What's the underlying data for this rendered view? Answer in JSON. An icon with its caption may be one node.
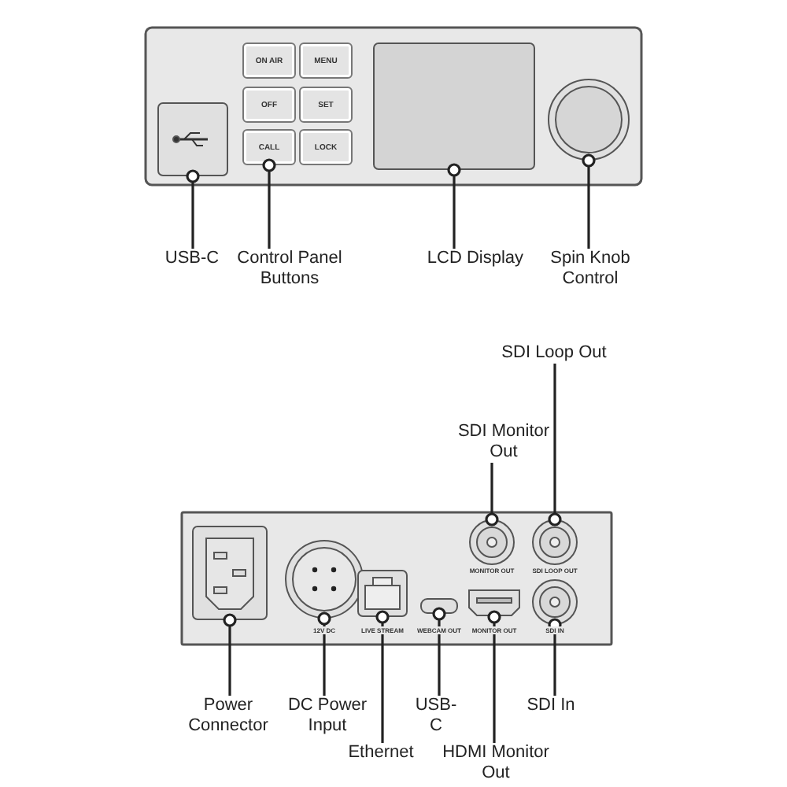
{
  "diagram": {
    "nodes": [
      {
        "text": [],
        "shape": "box"
      },
      {
        "text": [],
        "shape": "box",
        "in": 0
      },
      {
        "text": [
          "ON AIR"
        ],
        "in": 0
      },
      {
        "text": [
          "MENU"
        ],
        "in": 0
      },
      {
        "text": [
          "OFF"
        ],
        "in": 0
      },
      {
        "text": [
          "SET"
        ],
        "in": 0
      },
      {
        "text": [
          "CALL"
        ],
        "in": 0
      },
      {
        "text": [
          "LOCK"
        ],
        "in": 0
      },
      {
        "text": [],
        "shape": "box",
        "in": 0
      },
      {
        "text": [],
        "shape": "circle",
        "in": 0
      },
      {
        "text": [
          "USB-C"
        ]
      },
      {
        "text": [
          "Control Panel Buttons"
        ]
      },
      {
        "text": [
          "LCD Display"
        ]
      },
      {
        "text": [
          "Spin Knob Control"
        ]
      },
      {
        "text": [],
        "shape": "box"
      },
      {
        "text": [],
        "shape": "box",
        "in": 14
      },
      {
        "text": [],
        "shape": "circle",
        "in": 14,
        "beside": [
          "12V DC"
        ]
      },
      {
        "text": [],
        "shape": "box",
        "in": 14,
        "beside": [
          "LIVE STREAM"
        ]
      },
      {
        "text": [],
        "shape": "box",
        "in": 14,
        "beside": [
          "WEBCAM OUT"
        ]
      },
      {
        "text": [],
        "shape": "box",
        "in": 14,
        "beside": [
          "MONITOR OUT"
        ]
      },
      {
        "text": [],
        "shape": "circle",
        "in": 14,
        "beside": [
          "MONITOR OUT"
        ]
      },
      {
        "text": [],
        "shape": "circle",
        "in": 14,
        "beside": [
          "SDI LOOP OUT"
        ]
      },
      {
        "text": [],
        "shape": "circle",
        "in": 14,
        "beside": [
          "SDI IN"
        ]
      },
      {
        "text": [
          "SDI Loop Out"
        ]
      },
      {
        "text": [
          "SDI Monitor Out"
        ]
      },
      {
        "text": [
          "Power Connector"
        ]
      },
      {
        "text": [
          "DC Power Input"
        ]
      },
      {
        "text": [
          "Ethernet"
        ]
      },
      {
        "text": [
          "USB-C"
        ]
      },
      {
        "text": [
          "HDMI Monitor Out"
        ]
      },
      {
        "text": [
          "SDI In"
        ]
      }
    ],
    "edges": [
      {
        "from": 10,
        "to": 1,
        "arrow": "other"
      },
      {
        "from": 11,
        "to": 6,
        "arrow": "other"
      },
      {
        "from": 12,
        "to": 8,
        "arrow": "other"
      },
      {
        "from": 13,
        "to": 9,
        "arrow": "other"
      },
      {
        "from": 23,
        "to": 21,
        "arrow": "other"
      },
      {
        "from": 24,
        "to": 20,
        "arrow": "other"
      },
      {
        "from": 25,
        "to": 15,
        "arrow": "other"
      },
      {
        "from": 26,
        "to": 16,
        "arrow": "other"
      },
      {
        "from": 27,
        "to": 17,
        "arrow": "other"
      },
      {
        "from": 28,
        "to": 18,
        "arrow": "other"
      },
      {
        "from": 29,
        "to": 19,
        "arrow": "other"
      },
      {
        "from": 30,
        "to": 22,
        "arrow": "other"
      }
    ]
  }
}
